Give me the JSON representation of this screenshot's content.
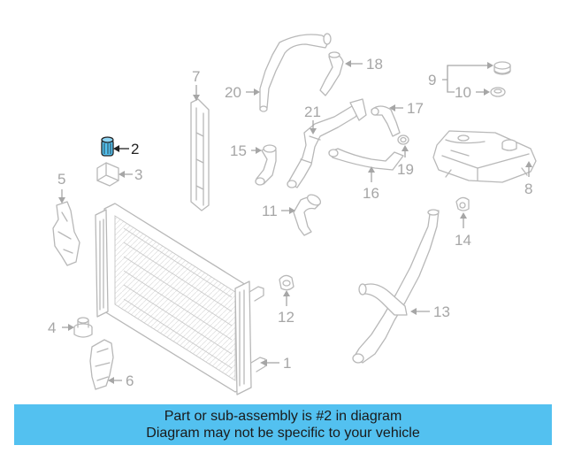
{
  "callouts": {
    "c1": "1",
    "c2": "2",
    "c3": "3",
    "c4": "4",
    "c5": "5",
    "c6": "6",
    "c7": "7",
    "c8": "8",
    "c9": "9",
    "c10": "10",
    "c11": "11",
    "c12": "12",
    "c13": "13",
    "c14": "14",
    "c15": "15",
    "c16": "16",
    "c17": "17",
    "c18": "18",
    "c19": "19",
    "c20": "20",
    "c21": "21"
  },
  "highlighted_part": "2",
  "highlight_color": "#53c1f0",
  "banner": {
    "line1": "Part or sub-assembly is #2 in diagram",
    "line2": "Diagram may not be specific to your vehicle",
    "background": "#53c1f0"
  }
}
